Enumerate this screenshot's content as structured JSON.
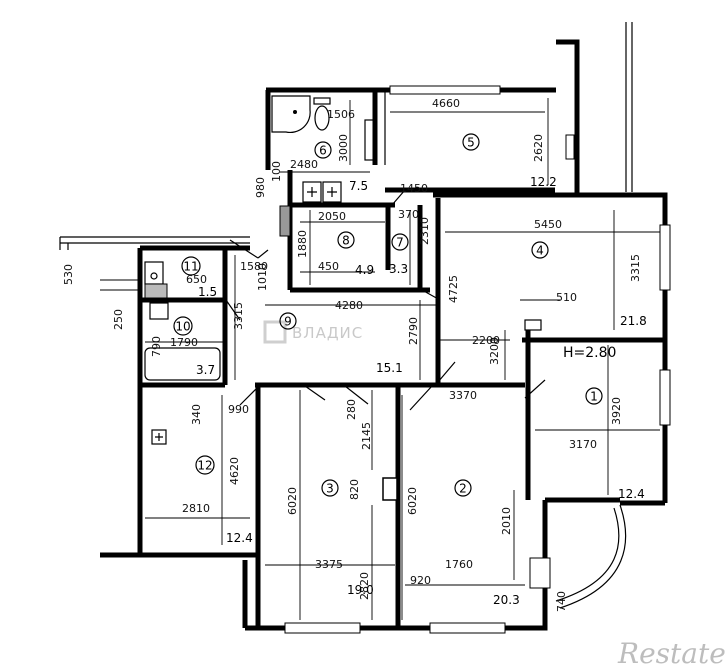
{
  "plan": {
    "ceiling_height": "H=2.80",
    "watermark": "ВЛАДИС",
    "logo": "Restate"
  },
  "rooms": [
    {
      "id": "r1",
      "number": "1",
      "area": "12.4"
    },
    {
      "id": "r2",
      "number": "2",
      "area": "20.3"
    },
    {
      "id": "r3",
      "number": "3",
      "area": "19.0"
    },
    {
      "id": "r4",
      "number": "4",
      "area": "21.8"
    },
    {
      "id": "r5",
      "number": "5",
      "area": "12.2"
    },
    {
      "id": "r6",
      "number": "6",
      "area": "7.5"
    },
    {
      "id": "r7",
      "number": "7",
      "area": "3.3"
    },
    {
      "id": "r8",
      "number": "8",
      "area": "4.9"
    },
    {
      "id": "r9",
      "number": "9",
      "area": "15.1"
    },
    {
      "id": "r10",
      "number": "10",
      "area": "3.7"
    },
    {
      "id": "r11",
      "number": "11",
      "area": "1.5"
    },
    {
      "id": "r12",
      "number": "12",
      "area": "12.4"
    }
  ],
  "dimensions": {
    "d4660": "4660",
    "d2620": "2620",
    "d1506": "1506",
    "d3000": "3000",
    "d2480": "2480",
    "d100": "100",
    "d980": "980",
    "d1450": "1450",
    "d2050": "2050",
    "d370": "370",
    "d1880": "1880",
    "d2310": "2310",
    "d450": "450",
    "d5450": "5450",
    "d3315a": "3315",
    "d4725": "4725",
    "d530": "530",
    "d650": "650",
    "d1580": "1580",
    "d1010": "1010",
    "d4280": "4280",
    "d510": "510",
    "d250": "250",
    "d3315b": "3315",
    "d2790": "2790",
    "d2200": "2200",
    "d3200": "3200",
    "d790": "790",
    "d1790": "1790",
    "d3370": "3370",
    "d3920": "3920",
    "d340": "340",
    "d990": "990",
    "d280": "280",
    "d2145": "2145",
    "d3170": "3170",
    "d4620": "4620",
    "d6020a": "6020",
    "d820": "820",
    "d6020b": "6020",
    "d2010": "2010",
    "d2810": "2810",
    "d2820": "2820",
    "d3375": "3375",
    "d1760": "1760",
    "d920": "920",
    "d740": "740"
  }
}
